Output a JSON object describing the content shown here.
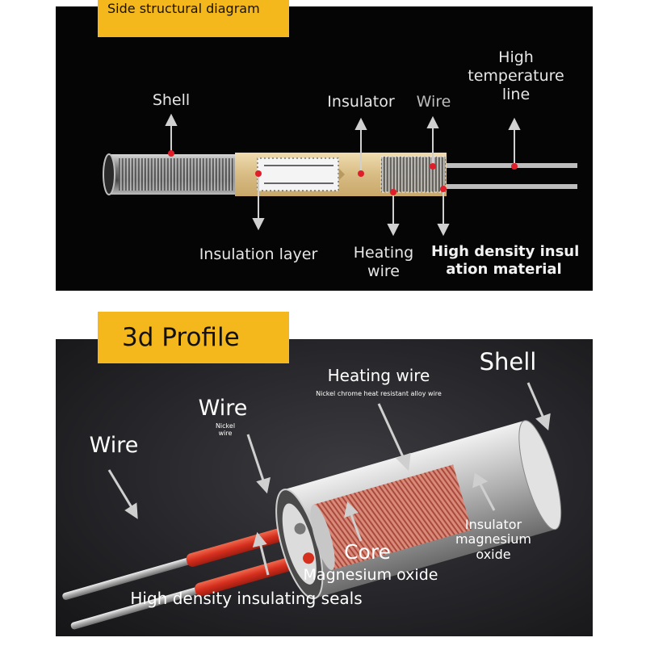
{
  "top": {
    "tag": "Side structural diagram",
    "labels": {
      "shell": "Shell",
      "insulator": "Insulator",
      "wire": "Wire",
      "high_temp_line_1": "High",
      "high_temp_line_2": "temperature",
      "high_temp_line_3": "line",
      "insulation_layer": "Insulation layer",
      "heating_wire_1": "Heating",
      "heating_wire_2": "wire",
      "hd_insulation_1": "High density insul",
      "hd_insulation_2": "ation material"
    }
  },
  "bottom": {
    "tag": "3d Profile",
    "labels": {
      "shell": "Shell",
      "heating_wire": "Heating wire",
      "heating_wire_sub": "Nickel chrome heat resistant alloy wire",
      "wire_left": "Wire",
      "wire_mid": "Wire",
      "wire_mid_sub_1": "Nickel",
      "wire_mid_sub_2": "wire",
      "insulator_1": "Insulator",
      "insulator_2": "magnesium",
      "insulator_3": "oxide",
      "core": "Core",
      "core_sub": "Magnesium oxide",
      "seals": "High density insulating seals"
    }
  },
  "colors": {
    "tag_yellow": "#f4b81c",
    "marker_red": "#e01e2a",
    "heating_coil": "#d9705f"
  }
}
